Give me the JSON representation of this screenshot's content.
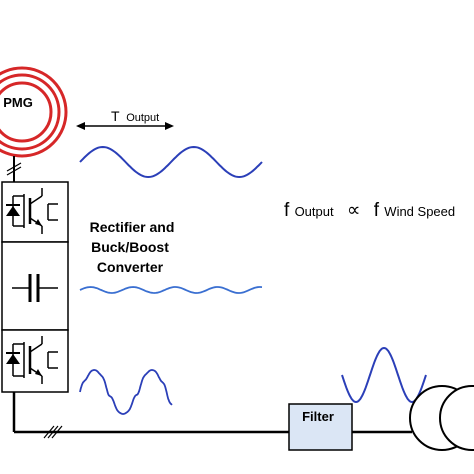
{
  "generator": {
    "label": "PMG"
  },
  "period": {
    "symbol": "T",
    "subscript": "Output"
  },
  "converter": {
    "line1": "Rectifier and",
    "line2": "Buck/Boost",
    "line3": "Converter"
  },
  "relation": {
    "lhs_symbol": "f",
    "lhs_subscript": "Output",
    "operator": "∝",
    "rhs_symbol": "f",
    "rhs_subscript": "Wind Speed"
  },
  "filter": {
    "label": "Filter"
  },
  "colors": {
    "generator_ring": "#d62728",
    "waveform": "#2b3fb8",
    "dc_ripple": "#3a6fd1",
    "filter_fill": "#dbe6f5",
    "block_fill": "#ffffff",
    "line": "#000000"
  }
}
